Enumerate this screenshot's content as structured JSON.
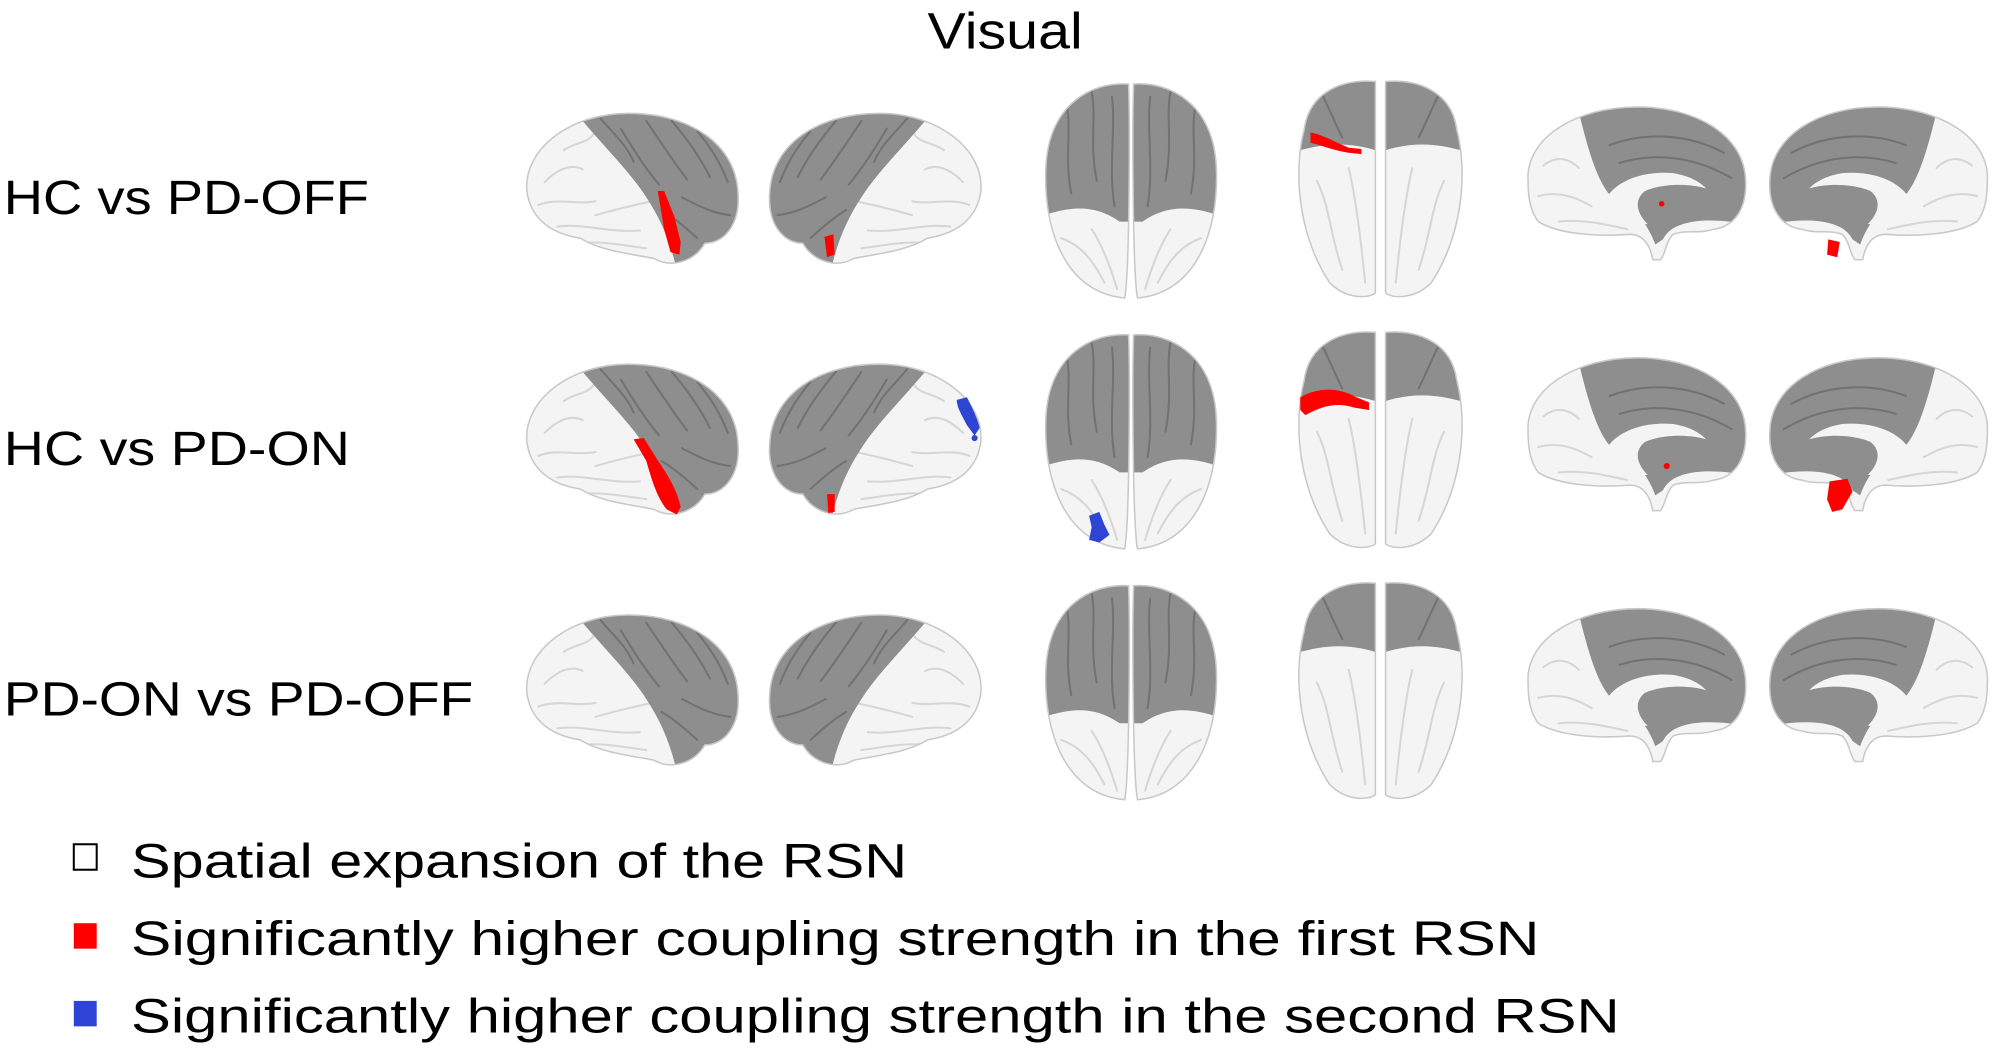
{
  "figure": {
    "title": "Visual"
  },
  "rows": [
    {
      "label": "HC vs PD-OFF"
    },
    {
      "label": "HC vs PD-ON"
    },
    {
      "label": "PD-ON vs PD-OFF"
    }
  ],
  "legend": {
    "items": [
      {
        "label": "Spatial expansion of the RSN",
        "swatch": "#ffffff"
      },
      {
        "label": "Significantly higher coupling strength in the first RSN",
        "swatch": "#ff0000"
      },
      {
        "label": "Significantly higher coupling strength in the second RSN",
        "swatch": "#2e44d4"
      }
    ]
  },
  "colors": {
    "network_region": "#8e8e8e",
    "cortex": "#f4f4f4",
    "first_rsn": "#ff0000",
    "second_rsn": "#2e44d4"
  }
}
